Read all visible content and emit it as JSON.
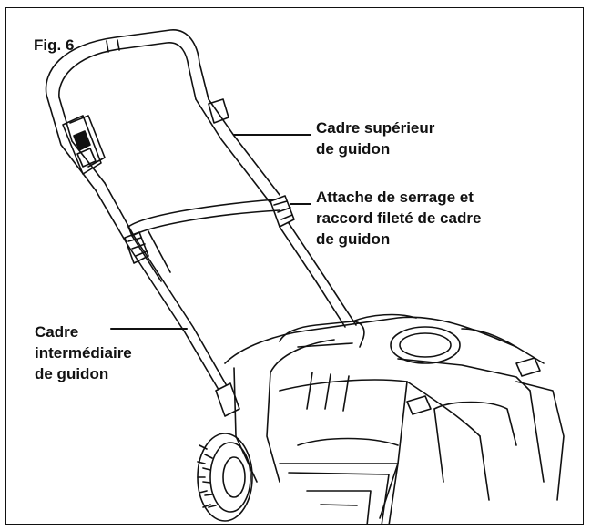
{
  "figure": {
    "fig_label": "Fig. 6",
    "labels": {
      "upper_frame_line1": "Cadre supérieur",
      "upper_frame_line2": "de guidon",
      "clamp_line1": "Attache de serrage et",
      "clamp_line2": "raccord fileté de cadre",
      "clamp_line3": "de guidon",
      "middle_frame_line1": "Cadre",
      "middle_frame_line2": "intermédiaire",
      "middle_frame_line3": "de guidon"
    }
  },
  "colors": {
    "line": "#111111",
    "background": "#ffffff"
  }
}
